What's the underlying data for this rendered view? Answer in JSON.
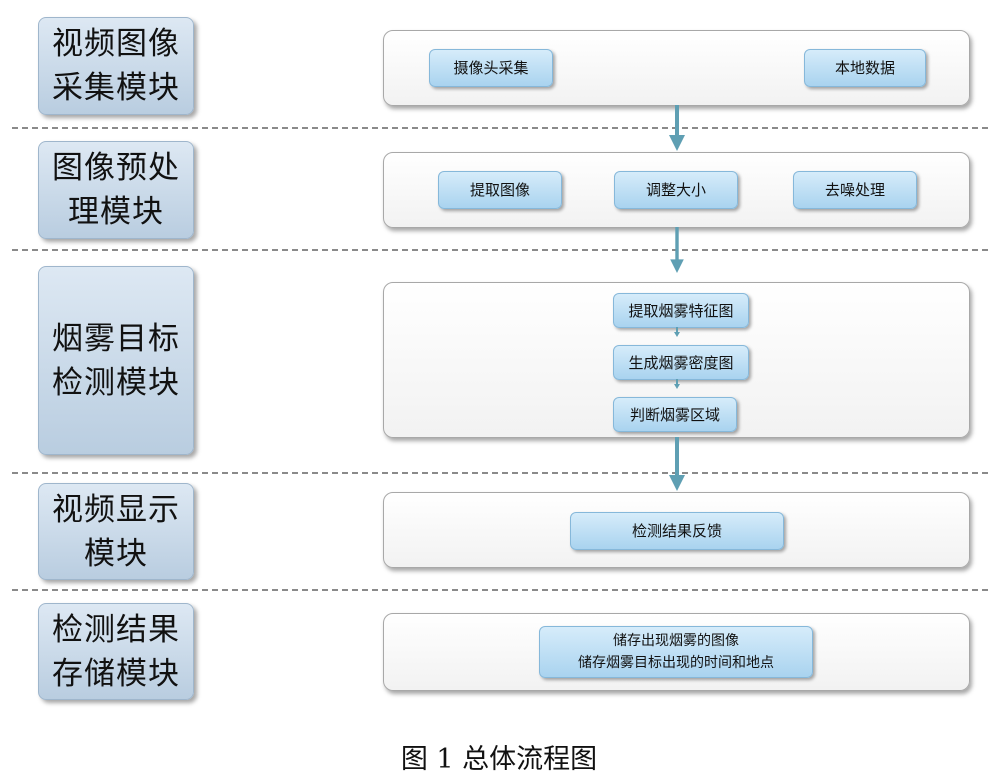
{
  "modules": [
    {
      "label": "视频图像\n采集模块"
    },
    {
      "label": "图像预处\n理模块"
    },
    {
      "label": "烟雾目标\n检测模块"
    },
    {
      "label": "视频显示\n模块"
    },
    {
      "label": "检测结果\n存储模块"
    }
  ],
  "steps": {
    "capture": [
      "摄像头采集",
      "本地数据"
    ],
    "preprocess": [
      "提取图像",
      "调整大小",
      "去噪处理"
    ],
    "detect": [
      "提取烟雾特征图",
      "生成烟雾密度图",
      "判断烟雾区域"
    ],
    "display": [
      "检测结果反馈"
    ],
    "storage": [
      "储存出现烟雾的图像\n储存烟雾目标出现的时间和地点"
    ]
  },
  "caption": "图 1 总体流程图",
  "colors": {
    "chip_fill": "#a9d3ef",
    "label_fill": "#b9cde0",
    "arrow": "#5f9fb3",
    "dash": "#8a8a8a"
  }
}
